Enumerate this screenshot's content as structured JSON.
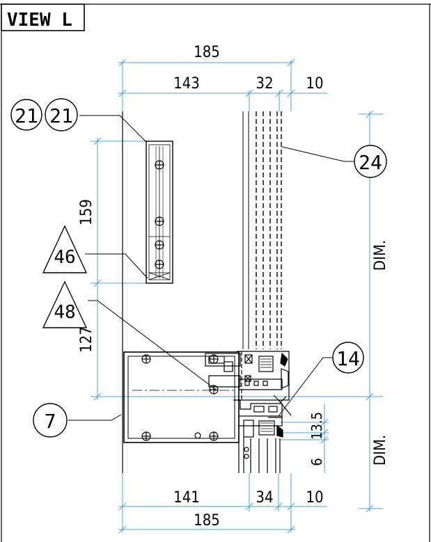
{
  "title": "VIEW L",
  "dimensions": {
    "top_total": "185",
    "top_a": "143",
    "top_b": "32",
    "top_c": "10",
    "left_upper": "159",
    "left_lower": "127",
    "bottom_a": "141",
    "bottom_b": "34",
    "bottom_c": "10",
    "bottom_total": "185",
    "right_upper": "DIM.",
    "right_lower": "DIM.",
    "detail_a": "13.5",
    "detail_b": "6"
  },
  "callouts": {
    "c21a": "21",
    "c21b": "21",
    "c24": "24",
    "c46": "46",
    "c48": "48",
    "c14": "14",
    "c7": "7"
  },
  "colors": {
    "dimension": "#4aa3df",
    "line": "#000000",
    "background": "#ffffff"
  }
}
